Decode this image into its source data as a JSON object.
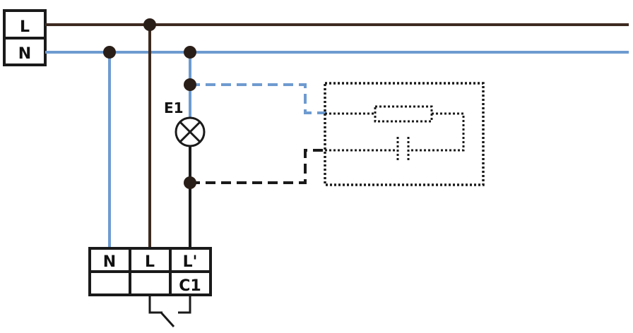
{
  "colors": {
    "live": "#3d2a20",
    "neutral": "#6e9bd0",
    "black": "#1a1a1a",
    "background": "#ffffff"
  },
  "supply": {
    "live_label": "L",
    "neutral_label": "N"
  },
  "lamp": {
    "label": "E1",
    "icon": "lamp-cross-circle-icon"
  },
  "terminal_block": {
    "top_labels": [
      "N",
      "L",
      "L'"
    ],
    "bottom_label": "C1"
  },
  "components": {
    "resistor_icon": "resistor-icon",
    "capacitor_icon": "capacitor-icon",
    "switch_icon": "switch-contact-icon"
  }
}
